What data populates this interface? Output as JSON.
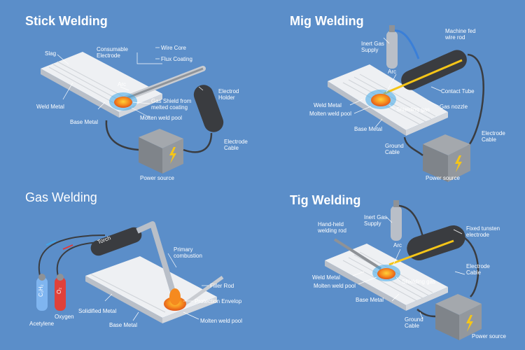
{
  "panels": {
    "stick": {
      "title": "Stick Welding",
      "labels": {
        "slag": "Slag",
        "consumable_electrode": "Consumable\nElectrode",
        "wire_core": "Wire Core",
        "flux_coating": "Flux Coating",
        "arc": "Arc",
        "electrode_holder": "Electrod\nHolder",
        "weld_metal": "Weld Metal",
        "base_metal": "Base Metal",
        "gas_shield": "Gas Shield from\nmelted coating",
        "molten_weld_pool": "Molten weld pool",
        "electrode_cable": "Electrode\nCable",
        "power_source": "Power source"
      }
    },
    "mig": {
      "title": "Mig Welding",
      "labels": {
        "inert_gas_supply": "Inert Gas\nSupply",
        "machine_fed_wire": "Machine fed\nwire rod",
        "arc": "Arc",
        "contact_tube": "Contact Tube",
        "weld_metal": "Weld Metal",
        "gas_nozzle": "Gas nozzle",
        "molten_weld_pool": "Molten weld pool",
        "shielding_gas": "Shielding gas",
        "base_metal": "Base Metal",
        "electrode_cable": "Electrode\nCable",
        "ground_cable": "Ground\nCable",
        "power_source": "Power source"
      }
    },
    "gas": {
      "title": "Gas Welding",
      "labels": {
        "torch": "Torch",
        "primary_combustion": "Primary\ncombustion",
        "filler_rod": "Filler Rod",
        "protection_envelop": "Protection Envelop",
        "solidified_metal": "Solidified Metal",
        "base_metal": "Base Metal",
        "molten_weld_pool": "Molten weld pool",
        "acetylene": "Acetylene",
        "oxygen": "Oxygen",
        "c2h2": "C₂H₂",
        "o2": "O₂"
      }
    },
    "tig": {
      "title": "Tig Welding",
      "labels": {
        "inert_gas_supply": "Inert Gas\nSupply",
        "hand_held_rod": "Hand-held\nwelding rod",
        "arc": "Arc",
        "fixed_electrode": "Fixed tunsten\nelectrode",
        "weld_metal": "Weld Metal",
        "molten_weld_pool": "Molten weld pool",
        "shielding_gas": "Shielding gas",
        "electrode_cable": "Electrode\nCable",
        "base_metal": "Base Metal",
        "ground_cable": "Ground\nCable",
        "power_source": "Power source"
      }
    }
  },
  "colors": {
    "background": "#5b8ec9",
    "metal_top": "#eef0f3",
    "metal_side": "#b9bfc8",
    "dark_equipment": "#3a3c40",
    "grey_box": "#8e9297",
    "bolt": "#f5c518",
    "molten": "#f47b20",
    "shield_glow": "#3fa7e8"
  }
}
